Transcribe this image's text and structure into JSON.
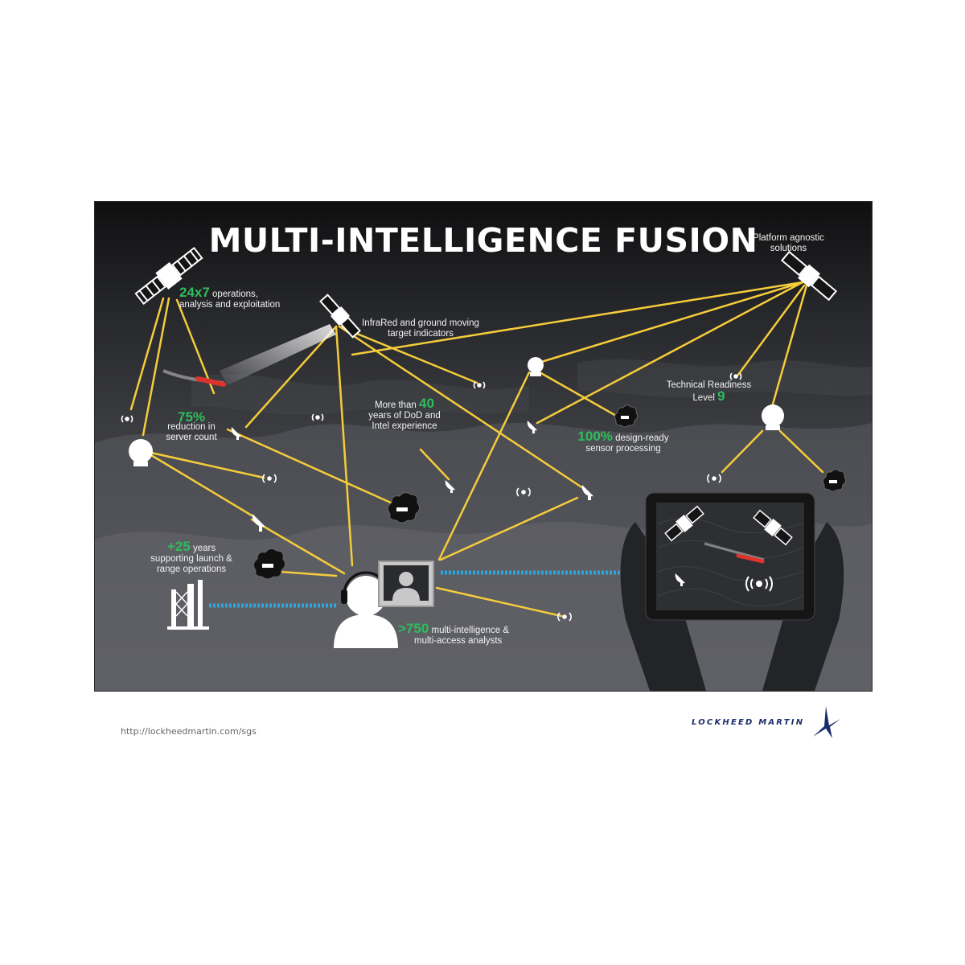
{
  "title": "MULTI-INTELLIGENCE FUSION",
  "colors": {
    "accent_green": "#2fbd5c",
    "link_line": "#f5cc3b",
    "data_link": "#2aa7e0",
    "brand_blue": "#1c2d6b",
    "track_red": "#e0332b"
  },
  "stats": {
    "ops": {
      "value": "24x7",
      "text": "operations,",
      "text2": "analysis and exploitation"
    },
    "infrared": {
      "line1": "InfraRed and ground moving",
      "line2": "target indicators"
    },
    "platform": {
      "line1": "Platform agnostic",
      "line2": "solutions"
    },
    "reduction": {
      "value": "75%",
      "line1": "reduction in",
      "line2": "server count"
    },
    "dod": {
      "prefix": "More than",
      "value": "40",
      "line2": "years of DoD and",
      "line3": "Intel experience"
    },
    "trl": {
      "line1": "Technical Readiness",
      "line2": "Level",
      "value": "9"
    },
    "design": {
      "value": "100%",
      "line1": "design-ready",
      "line2": "sensor processing"
    },
    "launch": {
      "value": "+25",
      "line1": "years",
      "line2": "supporting launch &",
      "line3": "range operations"
    },
    "analysts": {
      "value": ">750",
      "line1": "multi-intelligence &",
      "line2": "multi-access analysts"
    }
  },
  "icons": {
    "satellite": "satellite-icon",
    "radome": "radome-icon",
    "dish": "satellite-dish-icon",
    "signal": "signal-broadcast-icon",
    "cyber": "cyber-threat-icon",
    "analyst": "analyst-person-icon",
    "monitor": "monitor-analyst-icon",
    "tablet": "tablet-icon",
    "launch_tower": "launch-tower-icon"
  },
  "footer": {
    "url": "http://lockheedmartin.com/sgs",
    "brand": "LOCKHEED MARTIN"
  }
}
